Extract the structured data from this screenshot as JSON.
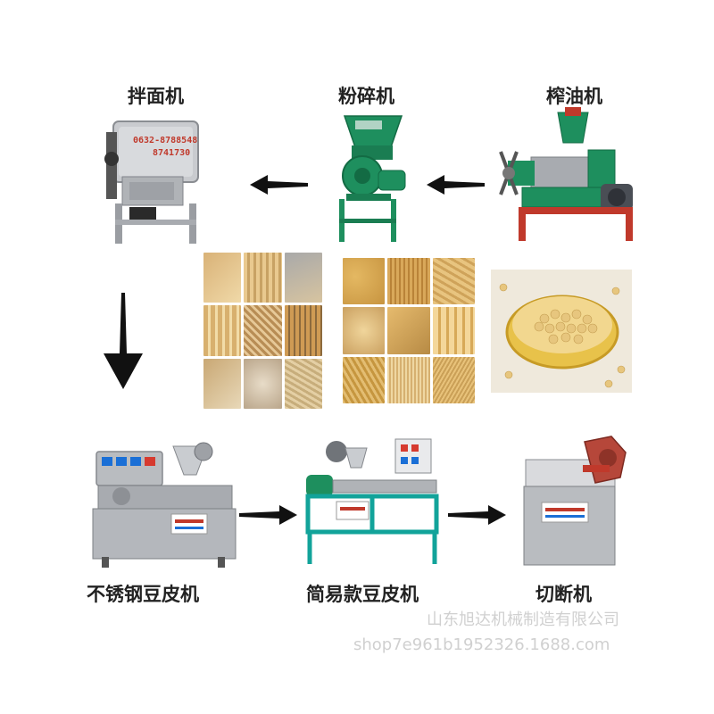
{
  "machines": {
    "mixer": {
      "label": "拌面机",
      "phone1": "0632-8788548",
      "phone2": "8741730"
    },
    "crusher": {
      "label": "粉碎机"
    },
    "oil_press": {
      "label": "榨油机"
    },
    "stainless_machine": {
      "label": "不锈钢豆皮机"
    },
    "simple_machine": {
      "label": "简易款豆皮机"
    },
    "cutter": {
      "label": "切断机"
    }
  },
  "watermark": {
    "company": "山东旭达机械制造有限公司",
    "shop": "shop7e961b1952326.1688.com"
  },
  "colors": {
    "machine_green": "#1e8f5e",
    "stainless": "#b9bcc0",
    "frame_teal": "#12a39a",
    "beancurd": "#e0b86a",
    "soy_bowl": "#e8c24a"
  }
}
